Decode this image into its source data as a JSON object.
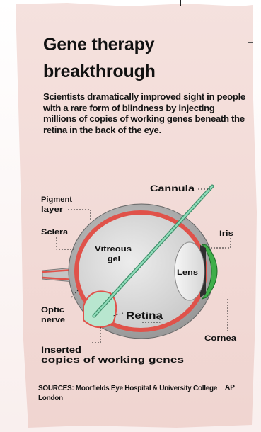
{
  "headline": "Gene therapy breakthrough",
  "intro": "Scientists dramatically improved sight in people with a rare form of blindness by injecting millions of copies of working genes beneath the retina in the back of the eye.",
  "labels": {
    "cannula": "Cannula",
    "pigment_line1": "Pigment",
    "pigment_line2": "layer",
    "sclera": "Sclera",
    "vitreous_line1": "Vitreous",
    "vitreous_line2": "gel",
    "iris": "Iris",
    "lens": "Lens",
    "optic_line1": "Optic",
    "optic_line2": "nerve",
    "retina": "Retina",
    "cornea": "Cornea",
    "inserted_line1": "Inserted",
    "inserted_line2": "copies of working genes"
  },
  "sources": "SOURCES: Moorfields Eye Hospital & University College London",
  "credit": "AP",
  "colors": {
    "paper": "#f3dcd8",
    "sclera": "#b9b9b9",
    "vitreous": "#dedede",
    "retina": "#e0524a",
    "gene_bubble": "#b8e6cf",
    "cannula": "#7fcfaa",
    "cornea": "#3fae4a"
  }
}
